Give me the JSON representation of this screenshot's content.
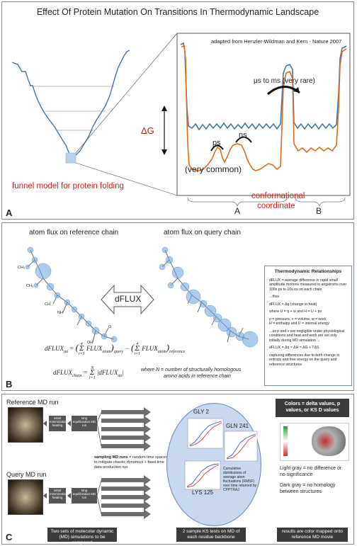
{
  "panelA": {
    "title": "Effect Of Protein Mutation On Transitions In Thermodynamic Landscape",
    "source": "adapted from Henzler-Wildman and Kern - Nature 2007",
    "delta_g": "ΔG",
    "timescale_slow": "μs to ms (very rare)",
    "ps": "ps",
    "ns": "ns",
    "very_common": "(very common)",
    "funnel_caption": "funnel model for protein folding",
    "coord_caption_1": "conformational",
    "coord_caption_2": "coordinate",
    "region_a": "A",
    "region_b": "B",
    "panel_letter": "A",
    "colors": {
      "blue": "#3f77a8",
      "orange": "#e06a1f",
      "red": "#c4261d"
    }
  },
  "panelB": {
    "ref_title": "atom flux on reference chain",
    "query_title": "atom flux on query chain",
    "dflux": "dFLUX",
    "formula_aa_lhs": "dFLUX",
    "formula_aa_sub": "aa",
    "formula_aa_rhs_1": "FLUX",
    "formula_atom": "atom",
    "formula_query": "query",
    "formula_reference": "reference",
    "formula_chain_lhs": "dFLUX",
    "formula_chain_sub": "chain",
    "formula_sum_top_aa": "4",
    "formula_sum_top_chain": "N",
    "formula_sum_bottom": "i=1",
    "formula_eq": "=",
    "formula_minus": "−",
    "formula_chain_body": "|dFLUX",
    "formula_chain_body_end": "|",
    "formula_note_1": "where N = number of structurally homologous",
    "formula_note_2": "amino acids in reference chain",
    "thermo_title": "Thermodynamic Relationships",
    "thermo_lines": [
      "dFLUX = average difference in rapid small amplitude motions measured in angstroms over 100s ps to 10s ns on each chain",
      "...thus",
      "dFLUX = Δq (change in heat)",
      "where   U = q + w and H = U + pv",
      "p = pressure, v = volume, w = work",
      "H = enthalpy and U = internal energy",
      "...as p and v are negligible under physiological conditions and heat and work are set only initially during MD simulation ...",
      "dFLUX = Δq ≈ ΔH ≈ ΔG + TΔS",
      "capturing differences due to both change in entropy and free energy on the query and reference structures"
    ],
    "atom_labels": [
      "CH₃",
      "CH₂",
      "CH",
      "NH",
      "OH",
      "O"
    ],
    "panel_letter": "B"
  },
  "panelC": {
    "ref_run": "Reference MD run",
    "query_run": "Query MD run",
    "stage_1": "initial minimization/ heating",
    "stage_2": "long equilibration MD run",
    "sampling_bold": "sampling MD runs",
    "sampling_text": " = random time spacer to mitigate chaotic dynamics + fixed time data production run",
    "gly": "GLY 2",
    "gln": "GLN 241",
    "lys": "LYS 125",
    "ks_caption": "Cumulative distributions of average atom fluctuations (RMSF) over time returned by CPPTRAJ",
    "colors_title": "Colors = delta values, p values, or KS D values",
    "light_gray": "Light gray = no difference or no significance",
    "dark_gray": "Dark gray = no homology between structures",
    "bottom_1": "Two sets of molecular dynamic (MD) simulations to be compared",
    "bottom_2": "2 sample KS tests on MD of each residue backbone",
    "bottom_3": "results are color mapped onto reference MD movie",
    "panel_letter": "C"
  }
}
